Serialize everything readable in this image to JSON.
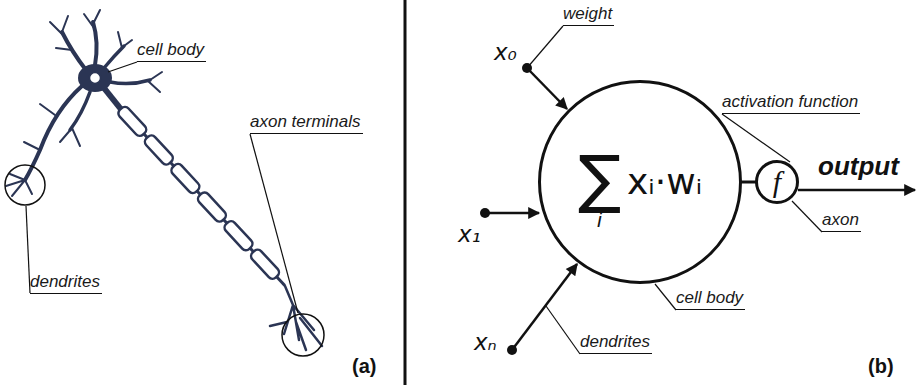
{
  "diagram": {
    "nodes": [
      {
        "text": [
          "∑",
          "i",
          "xᵢ·wᵢ"
        ]
      },
      {
        "text": [
          "f"
        ]
      }
    ],
    "labels": [
      "cell body",
      "axon terminals",
      "dendrites",
      "(a)",
      "weight",
      "x₀",
      "activation function",
      "x₁",
      "output",
      "axon",
      "xₙ",
      "cell body",
      "dendrites",
      "(b)"
    ]
  }
}
